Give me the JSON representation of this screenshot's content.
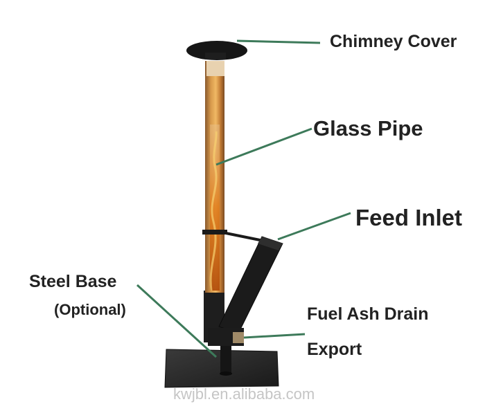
{
  "labels": {
    "chimney_cover": "Chimney Cover",
    "glass_pipe": "Glass Pipe",
    "feed_inlet": "Feed Inlet",
    "steel_base": "Steel Base",
    "optional": "(Optional)",
    "fuel_ash_drain": "Fuel Ash Drain",
    "export": "Export"
  },
  "watermark": "kwjbl.en.alibaba.com",
  "colors": {
    "leader_line": "#3d7a5a",
    "steel": "#1c1c1c",
    "glass_flame": "#c77a2a",
    "base_plate": "#2a2a2a",
    "text": "#222222"
  }
}
